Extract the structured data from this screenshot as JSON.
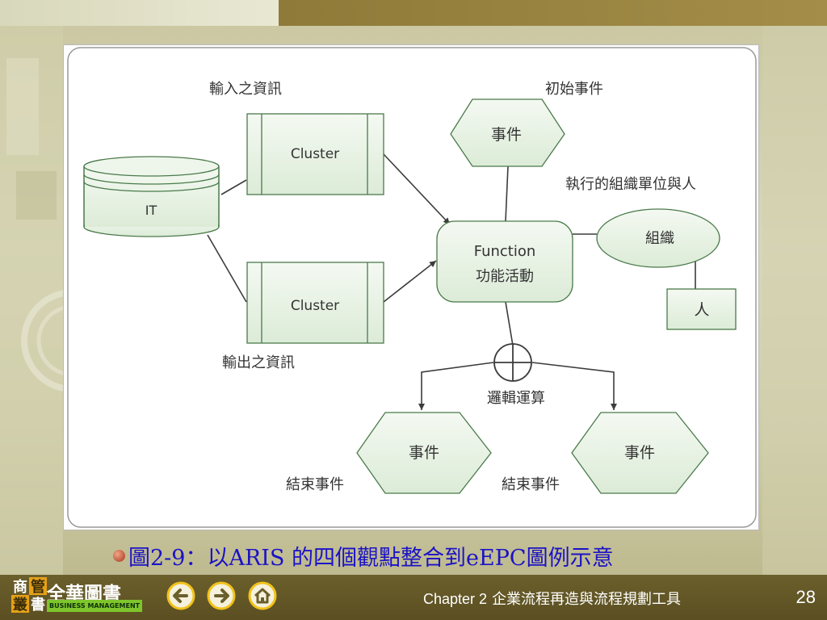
{
  "diagram": {
    "labels": {
      "input_info": "輸入之資訊",
      "output_info": "輸出之資訊",
      "initial_event": "初始事件",
      "org_unit_person": "執行的組織單位與人",
      "logic_op": "邏輯運算",
      "end_event_left": "結束事件",
      "end_event_right": "結束事件"
    },
    "nodes": {
      "it": "IT",
      "cluster_top": "Cluster",
      "cluster_bottom": "Cluster",
      "event_top": "事件",
      "function_en": "Function",
      "function_zh": "功能活動",
      "org": "組織",
      "person": "人",
      "event_left": "事件",
      "event_right": "事件"
    },
    "colors": {
      "node_fill": "#e9f3e6",
      "node_stroke": "#3a6b3a",
      "line": "#3c3c3c",
      "text": "#333333"
    }
  },
  "caption": {
    "text": "圖2-9：以ARIS 的四個觀點整合到eEPC圖例示意"
  },
  "footer": {
    "logo": {
      "chars": [
        "商",
        "管",
        "叢",
        "書"
      ],
      "brand": "全華圖書",
      "sub": "BUSINESS MANAGEMENT"
    },
    "nav": {
      "prev_icon": "arrow-left-icon",
      "next_icon": "arrow-right-icon",
      "home_icon": "home-icon"
    },
    "chapter": "Chapter 2",
    "chapter_title": "企業流程再造與流程規劃工具",
    "page": "28"
  }
}
